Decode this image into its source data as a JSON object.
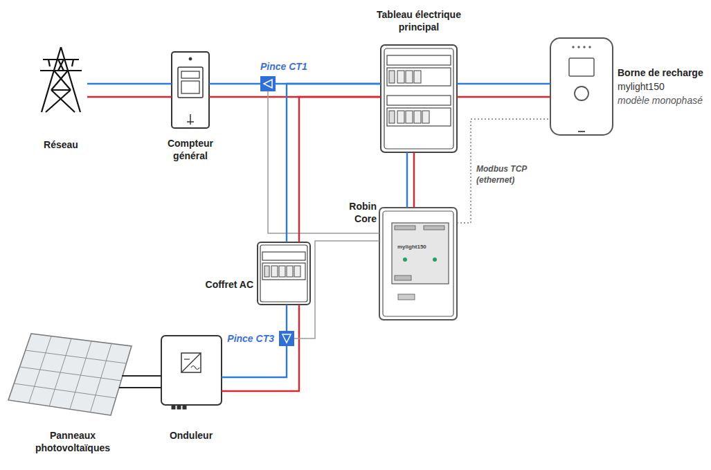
{
  "diagram": {
    "nodes": [
      {
        "text": [
          "Réseau"
        ]
      },
      {
        "text": [
          "Compteur général"
        ]
      },
      {
        "text": [
          "Pince CT1"
        ]
      },
      {
        "text": [
          "Tableau électrique principal"
        ]
      },
      {
        "text": [
          "Borne de recharge",
          "mylight150",
          "modèle monophasé"
        ]
      },
      {
        "text": [
          "Robin Core"
        ]
      },
      {
        "text": [
          "Coffret AC"
        ]
      },
      {
        "text": [
          "Pince CT3"
        ]
      },
      {
        "text": [
          "Onduleur"
        ]
      },
      {
        "text": [
          "Panneaux photovoltaïques"
        ]
      }
    ],
    "edges": [
      {
        "from": 0,
        "to": 1,
        "arrow": "none"
      },
      {
        "from": 1,
        "to": 2,
        "arrow": "none"
      },
      {
        "from": 2,
        "to": 3,
        "arrow": "none"
      },
      {
        "from": 3,
        "to": 4,
        "arrow": "none"
      },
      {
        "from": 3,
        "to": 5,
        "arrow": "none"
      },
      {
        "from": 2,
        "to": 5,
        "arrow": "none"
      },
      {
        "from": 5,
        "to": 4,
        "label": "Modbus TCP (ethernet)",
        "arrow": "none"
      },
      {
        "from": 6,
        "to": 3,
        "arrow": "none"
      },
      {
        "from": 6,
        "to": 7,
        "arrow": "none"
      },
      {
        "from": 7,
        "to": 8,
        "arrow": "none"
      },
      {
        "from": 8,
        "to": 9,
        "arrow": "none"
      },
      {
        "from": 7,
        "to": 5,
        "arrow": "none"
      }
    ],
    "labels": [
      "mylight150"
    ]
  }
}
